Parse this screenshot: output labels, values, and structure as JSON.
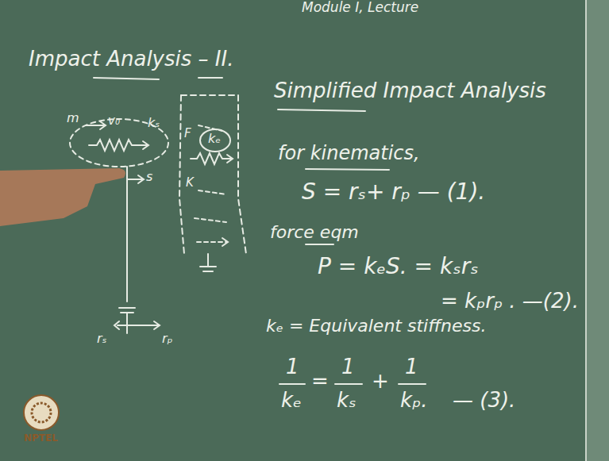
{
  "diagram": {
    "title": "Impact Analysis – II.",
    "labels": [
      "Module I, Lecture",
      "Simplified Impact Analysis",
      "m",
      "v₀",
      "kₛ",
      "F",
      "kₑ",
      "s",
      "K",
      "rₛ",
      "rₚ",
      "for kinematics,",
      "S = rₛ+ rₚ — (1).",
      "force eqm",
      "P = kₑS. = kₛrₛ",
      "= kₚrₚ . —(2).",
      "kₑ = Equivalent stiffness.",
      "1",
      "kₑ",
      "=",
      "1",
      "kₛ",
      "+",
      "1",
      "kₚ.",
      "— (3).",
      "NPTEL"
    ]
  }
}
